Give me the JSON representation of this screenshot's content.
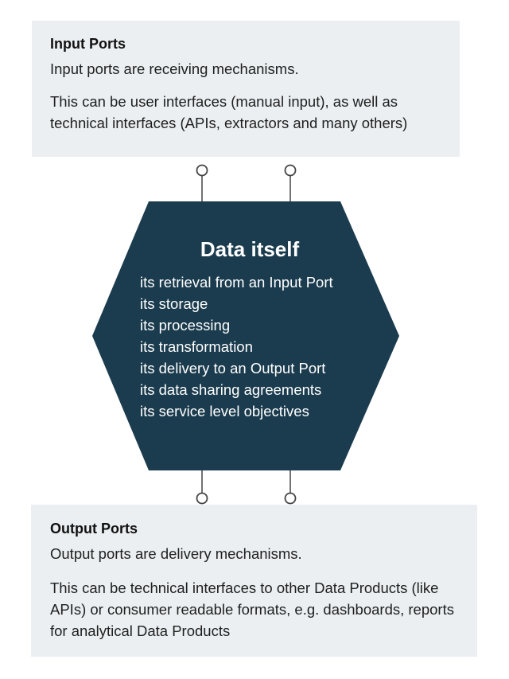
{
  "input_panel": {
    "title": "Input Ports",
    "line1": "Input ports are receiving mechanisms.",
    "line2": "This can be user interfaces (manual input), as well as technical interfaces (APIs, extractors and many others)"
  },
  "core": {
    "title": "Data itself",
    "items": [
      "its retrieval from an Input Port",
      "its storage",
      "its processing",
      "its transformation",
      "its delivery to an Output Port",
      "its data sharing agreements",
      "its service level objectives"
    ]
  },
  "output_panel": {
    "title": "Output Ports",
    "line1": "Output ports are delivery mechanisms.",
    "line2": "This can be technical interfaces to other Data Products (like APIs) or consumer readable formats, e.g. dashboards, reports for analytical Data Products"
  },
  "colors": {
    "hexagon_fill": "#1b3c4e",
    "panel_background": "#ebeff2",
    "connector_stroke": "#444444"
  }
}
